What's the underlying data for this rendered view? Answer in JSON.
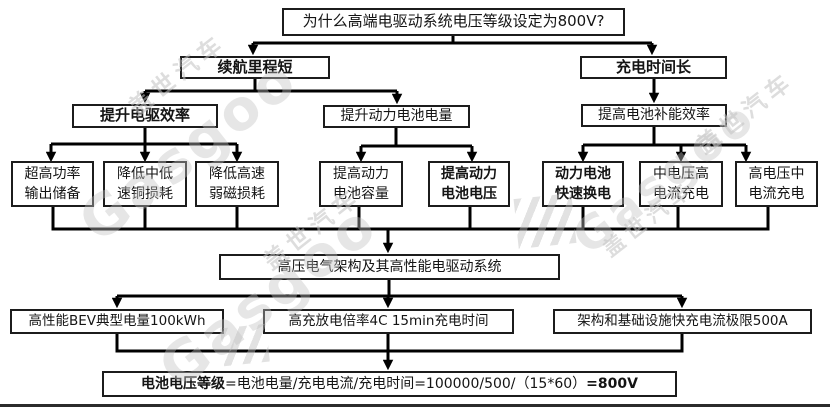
{
  "title": "为什么高端电驱动系统电压等级设定为800V?",
  "branches": {
    "range_short": "续航里程短",
    "charge_long": "充电时间长"
  },
  "level3": {
    "drive_efficiency": "提升电驱效率",
    "battery_energy": "提升动力电池电量",
    "recharge_efficiency": "提高电池补能效率"
  },
  "level4": {
    "power_reserve": "超高功率\n输出储备",
    "copper_loss": "降低中低\n速铜损耗",
    "field_weakening_loss": "降低高速\n弱磁损耗",
    "raise_capacity": "提高动力\n电池容量",
    "raise_voltage": "提高动力\n电池电压",
    "battery_swap": "动力电池\n快速换电",
    "mid_voltage_charge": "中电压高\n电流充电",
    "high_voltage_charge": "高电压中\n电流充电"
  },
  "conclusion": "高压电气架构及其高性能电驱动系统",
  "level6": {
    "bev_energy": "高性能BEV典型电量100kWh",
    "charge_rate": "高充放电倍率4C 15min充电时间",
    "current_limit": "架构和基础设施快充电流极限500A"
  },
  "formula": {
    "lead": "电池电压等级",
    "body": "=电池电量/充电电流/充电时间=100000/500/（15*60）",
    "result": "=800V"
  },
  "watermark": {
    "cn": "盖世汽车",
    "en": "Gasgoo"
  }
}
